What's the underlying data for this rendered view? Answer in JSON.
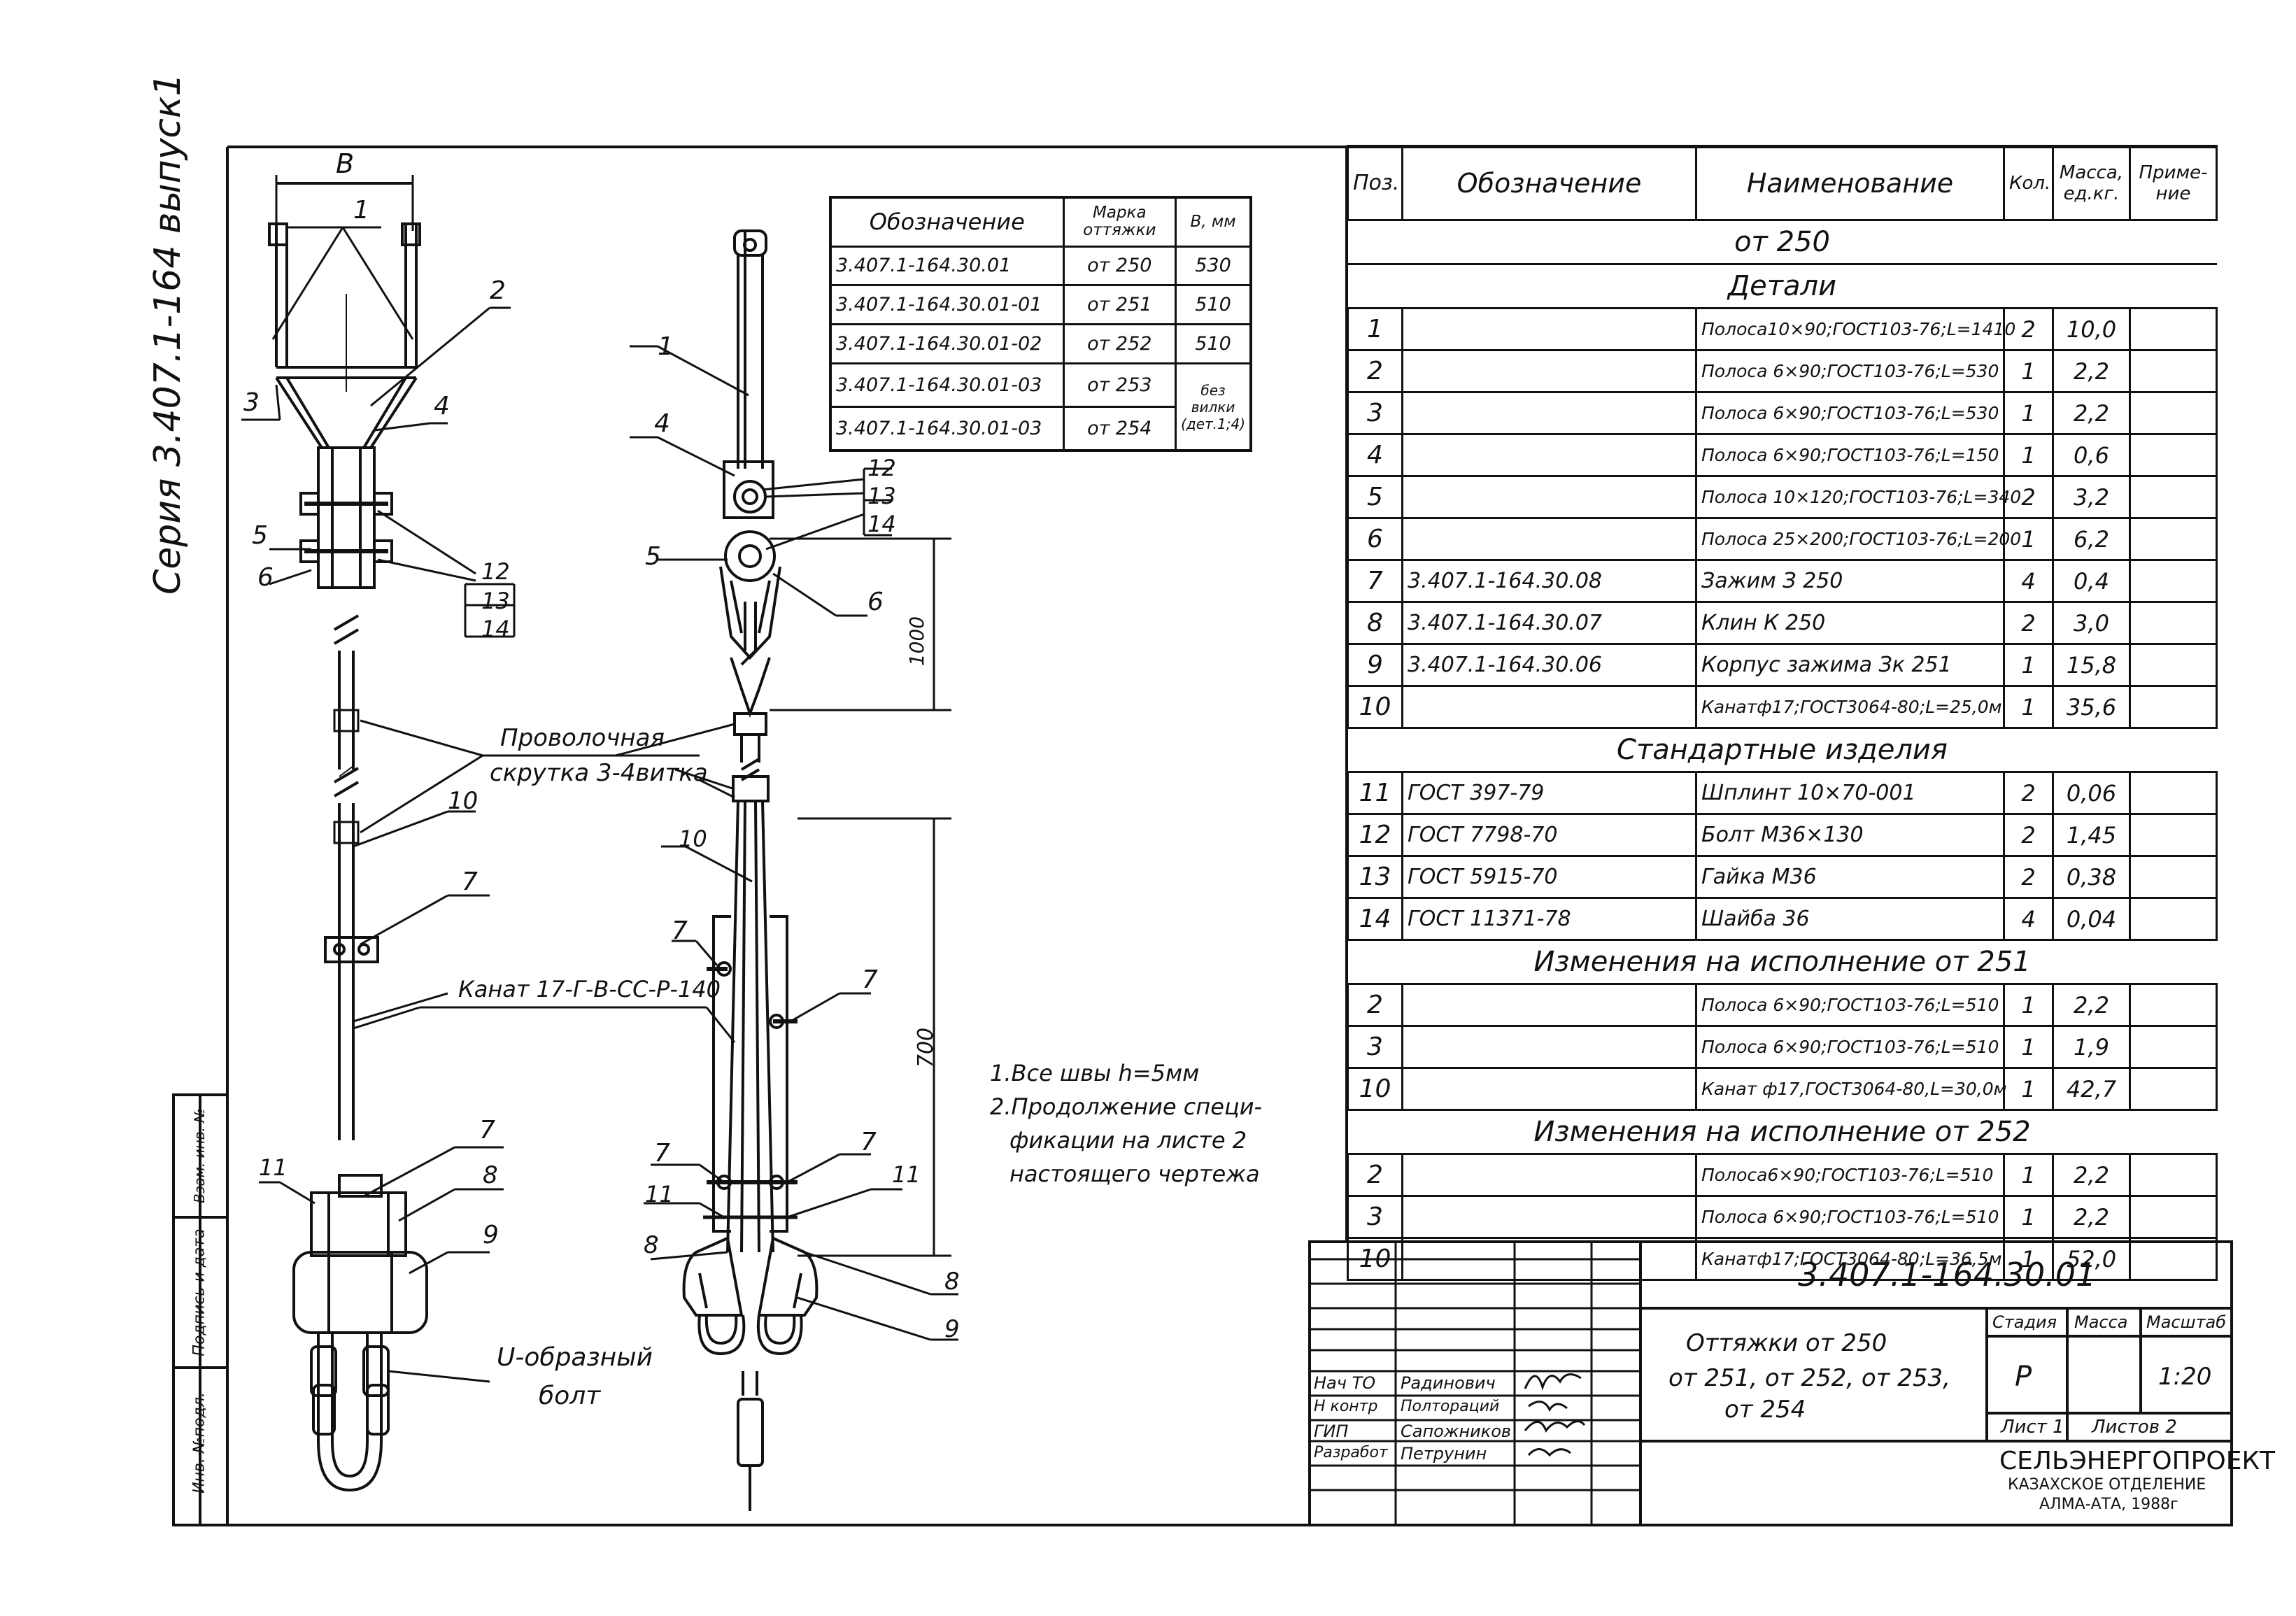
{
  "series_label": "Серия 3.407.1-164 выпуск1",
  "left_stamp": {
    "inv_no": "Инв. №подл.",
    "signature_date": "Подпись и дата",
    "replace_inv": "Взам. инв. №"
  },
  "view1": {
    "dimension_b": "В",
    "callouts": [
      "1",
      "2",
      "3",
      "4",
      "5",
      "6",
      "12",
      "13",
      "14",
      "10",
      "7",
      "7",
      "11",
      "8",
      "9"
    ],
    "u_bolt_label_line1": "U-образный",
    "u_bolt_label_line2": "болт"
  },
  "view2": {
    "callouts": [
      "1",
      "4",
      "12",
      "13",
      "14",
      "5",
      "6",
      "10",
      "7",
      "7",
      "7",
      "7",
      "11",
      "11",
      "8",
      "8",
      "9"
    ],
    "dim_1000": "1000",
    "dim_700": "700"
  },
  "wire_twist_label_line1": "Проволочная",
  "wire_twist_label_line2": "скрутка 3-4витка",
  "rope_label": "Канат 17-Г-В-СС-Р-140",
  "notes": [
    "1.Все швы h=5мм",
    "2.Продолжение специ-",
    "фикации на листе 2",
    "настоящего чертежа"
  ],
  "mark_table": {
    "headers": [
      "Обозначение",
      "Марка оттяжки",
      "В, мм"
    ],
    "rows": [
      [
        "3.407.1-164.30.01",
        "от 250",
        "530"
      ],
      [
        "3.407.1-164.30.01-01",
        "от 251",
        "510"
      ],
      [
        "3.407.1-164.30.01-02",
        "от 252",
        "510"
      ],
      [
        "3.407.1-164.30.01-03",
        "от 253",
        "без вилки (дет.1;4)"
      ],
      [
        "3.407.1-164.30.01-03",
        "от 254",
        ""
      ]
    ]
  },
  "spec": {
    "headers": [
      "Поз.",
      "Обозначение",
      "Наименование",
      "Кол.",
      "Масса, ед.кг.",
      "Приме-ние"
    ],
    "title": "от 250",
    "sections": [
      {
        "name": "Детали",
        "rows": [
          [
            "1",
            "",
            "Полоса10×90;ГОСТ103-76;L=1410",
            "2",
            "10,0"
          ],
          [
            "2",
            "",
            "Полоса 6×90;ГОСТ103-76;L=530",
            "1",
            "2,2"
          ],
          [
            "3",
            "",
            "Полоса 6×90;ГОСТ103-76;L=530",
            "1",
            "2,2"
          ],
          [
            "4",
            "",
            "Полоса 6×90;ГОСТ103-76;L=150",
            "1",
            "0,6"
          ],
          [
            "5",
            "",
            "Полоса 10×120;ГОСТ103-76;L=340",
            "2",
            "3,2"
          ],
          [
            "6",
            "",
            "Полоса 25×200;ГОСТ103-76;L=200",
            "1",
            "6,2"
          ],
          [
            "7",
            "3.407.1-164.30.08",
            "Зажим З 250",
            "4",
            "0,4"
          ],
          [
            "8",
            "3.407.1-164.30.07",
            "Клин К 250",
            "2",
            "3,0"
          ],
          [
            "9",
            "3.407.1-164.30.06",
            "Корпус зажима Зк 251",
            "1",
            "15,8"
          ],
          [
            "10",
            "",
            "Канатф17;ГОСТ3064-80;L=25,0м",
            "1",
            "35,6"
          ]
        ]
      },
      {
        "name": "Стандартные изделия",
        "rows": [
          [
            "11",
            "ГОСТ 397-79",
            "Шплинт 10×70-001",
            "2",
            "0,06"
          ],
          [
            "12",
            "ГОСТ 7798-70",
            "Болт М36×130",
            "2",
            "1,45"
          ],
          [
            "13",
            "ГОСТ 5915-70",
            "Гайка М36",
            "2",
            "0,38"
          ],
          [
            "14",
            "ГОСТ 11371-78",
            "Шайба 36",
            "4",
            "0,04"
          ]
        ]
      },
      {
        "name": "Изменения на исполнение от 251",
        "rows": [
          [
            "2",
            "",
            "Полоса 6×90;ГОСТ103-76;L=510",
            "1",
            "2,2"
          ],
          [
            "3",
            "",
            "Полоса 6×90;ГОСТ103-76;L=510",
            "1",
            "1,9"
          ],
          [
            "10",
            "",
            "Канат ф17,ГОСТ3064-80,L=30,0м",
            "1",
            "42,7"
          ]
        ]
      },
      {
        "name": "Изменения на исполнение от 252",
        "rows": [
          [
            "2",
            "",
            "Полоса6×90;ГОСТ103-76;L=510",
            "1",
            "2,2"
          ],
          [
            "3",
            "",
            "Полоса 6×90;ГОСТ103-76;L=510",
            "1",
            "2,2"
          ],
          [
            "10",
            "",
            "Канатф17;ГОСТ3064-80;L=36,5м",
            "1",
            "52,0"
          ]
        ]
      }
    ]
  },
  "title_block": {
    "doc_code": "3.407.1-164.30.01",
    "title_line1": "Оттяжки от 250",
    "title_line2": "от 251, от 252, от 253,",
    "title_line3": "от 254",
    "col_stage": "Стадия",
    "col_mass": "Масса",
    "col_scale": "Масштаб",
    "stage": "Р",
    "scale": "1:20",
    "sheet": "Лист 1",
    "sheets": "Листов 2",
    "roles": [
      {
        "role": "Нач ТО",
        "name": "Радинович"
      },
      {
        "role": "Н контр",
        "name": "Полтораций"
      },
      {
        "role": "ГИП",
        "name": "Сапожников"
      },
      {
        "role": "Разработ",
        "name": "Петрунин"
      }
    ],
    "org_line1": "СЕЛЬЭНЕРГОПРОЕКТ",
    "org_line2": "КАЗАХСКОЕ ОТДЕЛЕНИЕ",
    "org_line3": "АЛМА-АТА, 1988г"
  }
}
